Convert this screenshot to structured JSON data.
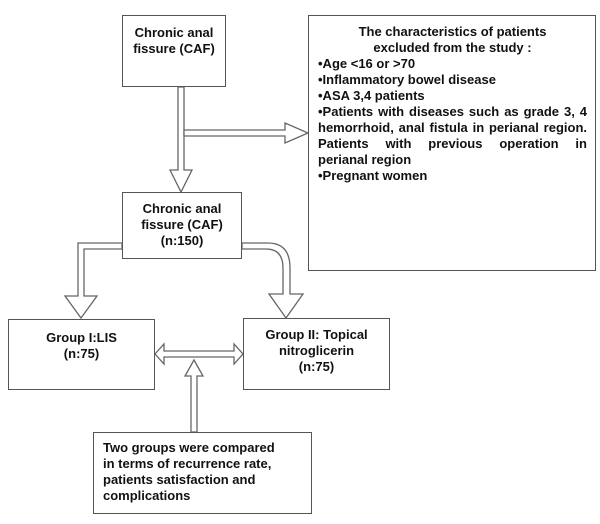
{
  "boxes": {
    "caf_initial": {
      "lines": [
        "Chronic anal",
        "fissure (CAF)"
      ]
    },
    "exclusion": {
      "title_lines": [
        "The characteristics of patients",
        "excluded  from the study :"
      ],
      "items": [
        "•Age  <16 or  >70",
        "•Inflammatory  bowel disease",
        "•ASA 3,4 patients",
        "•Patients with diseases such as grade 3, 4 hemorrhoid, anal fistula in perianal region.  Patients with previous operation in perianal region",
        "•Pregnant women"
      ]
    },
    "caf_total": {
      "lines": [
        "Chronic anal",
        "fissure (CAF)",
        "(n:150)"
      ]
    },
    "group1": {
      "lines": [
        "Group I:LIS",
        "(n:75)"
      ]
    },
    "group2": {
      "lines": [
        "Group II: Topical",
        "nitroglicerin",
        "(n:75)"
      ]
    },
    "comparison": {
      "lines": [
        "Two groups were compared",
        "in terms of recurrence rate,",
        "patients satisfaction and",
        "complications"
      ]
    }
  },
  "colors": {
    "border": "#555555",
    "arrow": "#666666"
  }
}
